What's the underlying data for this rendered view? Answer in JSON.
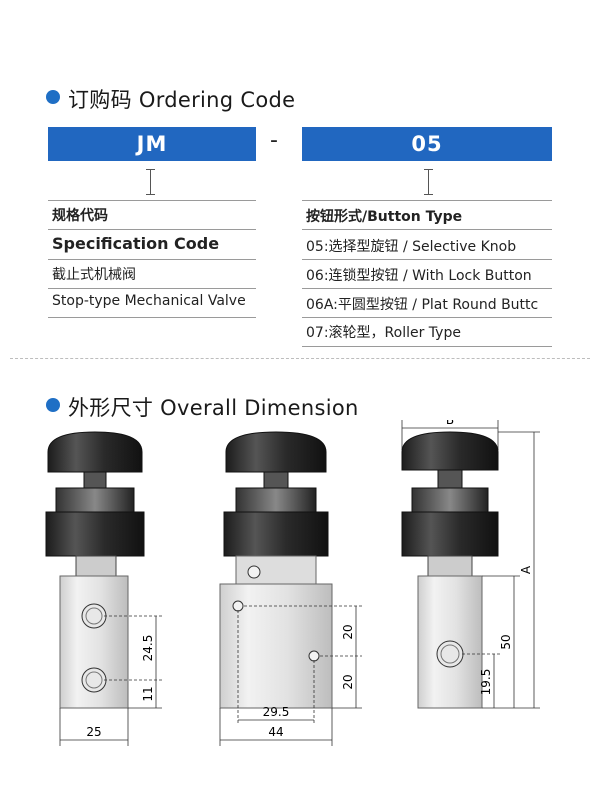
{
  "ordering": {
    "title": "订购码 Ordering Code",
    "code_left": "JM",
    "dash": "-",
    "code_right": "05",
    "left_table": {
      "header": "规格代码",
      "subheader": "Specification Code",
      "rows": [
        "截止式机械阀",
        "Stop-type Mechanical Valve"
      ]
    },
    "right_table": {
      "header": "按钮形式/Button Type",
      "rows": [
        "05:选择型旋钮 / Selective Knob",
        "06:连锁型按钮 / With Lock Button",
        "06A:平圆型按钮 / Plat Round Buttc",
        "07:滚轮型，Roller Type"
      ]
    }
  },
  "dimension": {
    "title": "外形尺寸 Overall Dimension",
    "labels": {
      "d_24_5": "24.5",
      "d_11": "11",
      "d_25": "25",
      "d_20a": "20",
      "d_20b": "20",
      "d_29_5": "29.5",
      "d_44": "44",
      "d_B": "B",
      "d_A": "A",
      "d_50": "50",
      "d_19_5": "19.5"
    }
  },
  "colors": {
    "accent": "#2167c0",
    "bullet": "#1f6fc5"
  }
}
